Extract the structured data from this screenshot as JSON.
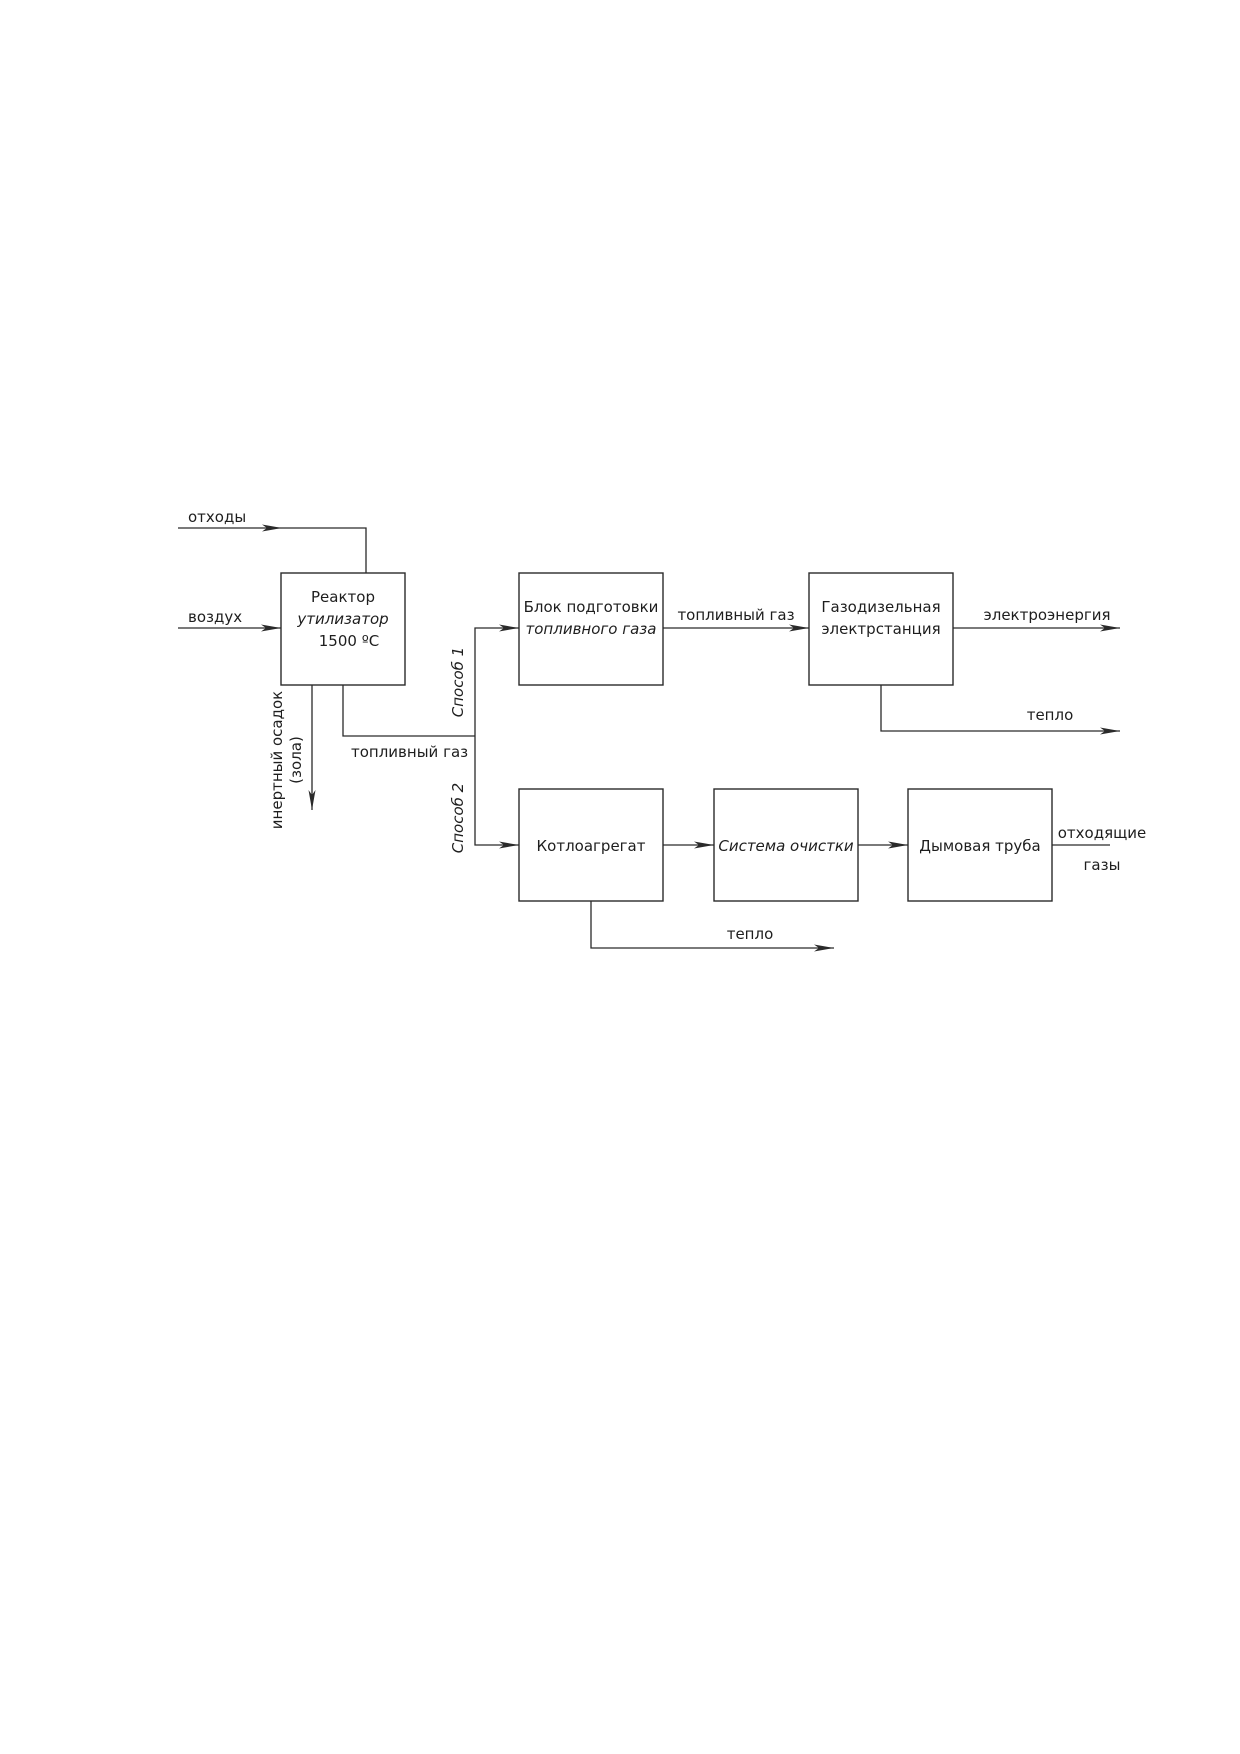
{
  "inputs": {
    "waste": "отходы",
    "air": "воздух"
  },
  "blocks": {
    "reactor": {
      "line1": "Реактор",
      "line2": "утилизатор",
      "line3": "1500 ºС"
    },
    "gas_prep": {
      "line1": "Блок подготовки",
      "line2": "топливного газа"
    },
    "power_plant": {
      "line1": "Газодизельная",
      "line2": "электрстанция"
    },
    "boiler": {
      "label": "Котлоагрегат"
    },
    "cleaning": {
      "label": "Система очистки"
    },
    "chimney": {
      "label": "Дымовая труба"
    }
  },
  "flows": {
    "ash_line1": "инертный осадок",
    "ash_line2": "(зола)",
    "fuel_gas_main": "топливный газ",
    "fuel_gas_to_plant": "топливный газ",
    "method1": "Способ 1",
    "method2": "Способ 2",
    "electricity": "электроэнергия",
    "heat_plant": "тепло",
    "heat_boiler": "тепло",
    "exhaust_line1": "отходящие",
    "exhaust_line2": "газы"
  }
}
